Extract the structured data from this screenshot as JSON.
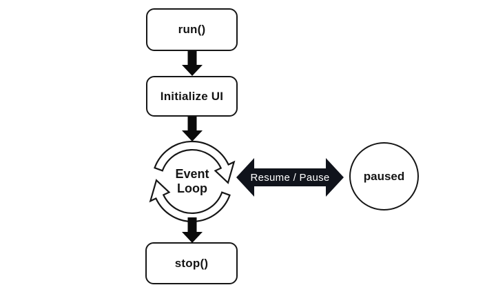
{
  "diagram": {
    "nodes": {
      "run": {
        "label": "run()",
        "shape": "rounded-rect"
      },
      "initialize_ui": {
        "label": "Initialize UI",
        "shape": "rounded-rect"
      },
      "event_loop": {
        "label": "Event Loop",
        "lines": [
          "Event",
          "Loop"
        ],
        "shape": "cycle-arrows"
      },
      "stop": {
        "label": "stop()",
        "shape": "rounded-rect"
      },
      "paused": {
        "label": "paused",
        "shape": "circle"
      }
    },
    "edges": {
      "run_to_initialize": {
        "type": "solid-arrow-down"
      },
      "initialize_to_event_loop": {
        "type": "solid-arrow-down"
      },
      "event_loop_to_stop": {
        "type": "solid-arrow-down"
      },
      "resume_pause": {
        "label": "Resume / Pause",
        "type": "double-headed-arrow",
        "text_color": "#ffffff"
      }
    },
    "colors": {
      "background": "#ffffff",
      "ink": "#141414",
      "node_fill": "#ffffff",
      "solid_arrow": "#0a0a0a",
      "double_arrow": "#10131b"
    }
  }
}
